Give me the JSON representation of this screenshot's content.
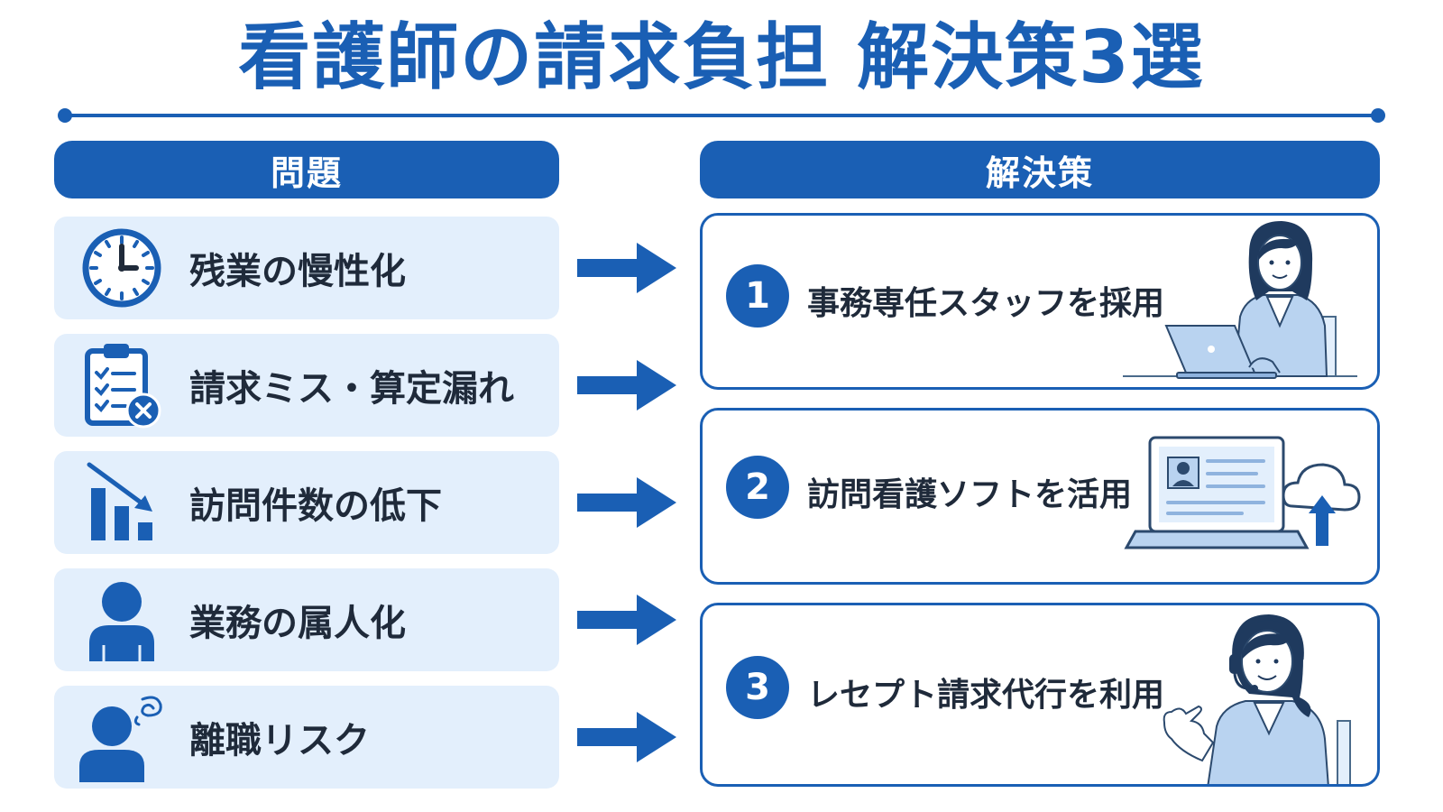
{
  "title": "看護師の請求負担 解決策3選",
  "headers": {
    "problems": "問題",
    "solutions": "解決策"
  },
  "problems": [
    {
      "label": "残業の慢性化",
      "icon": "clock-icon"
    },
    {
      "label": "請求ミス・算定漏れ",
      "icon": "clipboard-error-icon"
    },
    {
      "label": "訪問件数の低下",
      "icon": "declining-chart-icon"
    },
    {
      "label": "業務の属人化",
      "icon": "person-icon"
    },
    {
      "label": "離職リスク",
      "icon": "stressed-person-icon"
    }
  ],
  "solutions": [
    {
      "number": "1",
      "label": "事務専任スタッフを採用",
      "illustration": "office-worker-laptop"
    },
    {
      "number": "2",
      "label": "訪問看護ソフトを活用",
      "illustration": "laptop-cloud-upload"
    },
    {
      "number": "3",
      "label": "レセプト請求代行を利用",
      "illustration": "headset-operator"
    }
  ],
  "colors": {
    "primary": "#1a5fb4",
    "problem_bg": "#e3effc",
    "text": "#1f2a3a"
  }
}
